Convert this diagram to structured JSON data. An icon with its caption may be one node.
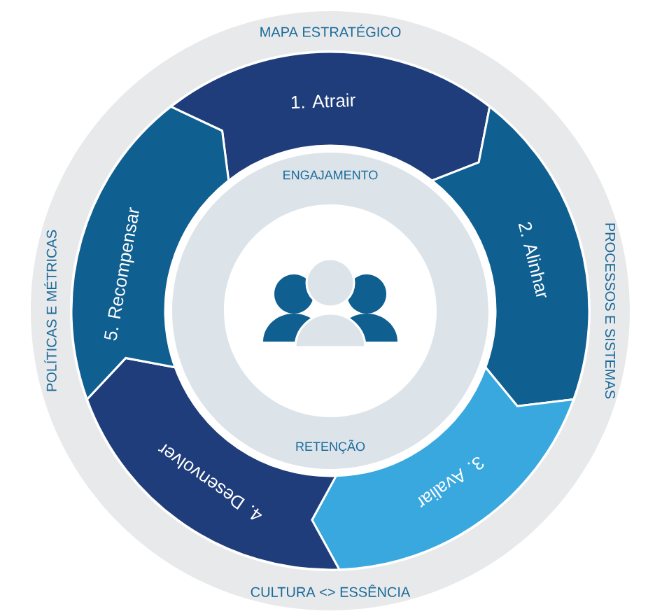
{
  "diagram": {
    "nodes": [
      {
        "text": [
          "MAPA ESTRATÉGICO",
          "PROCESSOS E SISTEMAS",
          "CULTURA <> ESSÊNCIA",
          "POLÍTICAS E MÉTRICAS"
        ]
      },
      {
        "text": [
          "1. Atrair"
        ],
        "in": 0
      },
      {
        "text": [
          "2. Alinhar"
        ],
        "in": 0
      },
      {
        "text": [
          "3. Avaliar"
        ],
        "in": 0
      },
      {
        "text": [
          "4. Desenvolver"
        ],
        "in": 0
      },
      {
        "text": [
          "5. Recompensar"
        ],
        "in": 0
      },
      {
        "text": [
          "ENGAJAMENTO",
          "RETENÇÃO"
        ],
        "in": 0
      }
    ]
  }
}
